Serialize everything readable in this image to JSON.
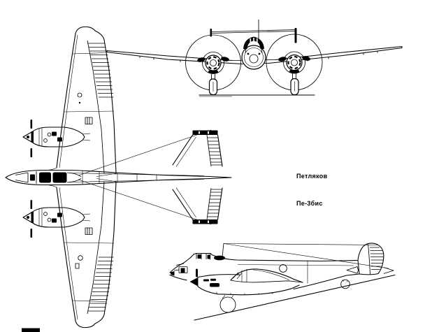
{
  "page": {
    "background_color": "#ffffff",
    "ink_color": "#000000"
  },
  "label": {
    "line1": "Петляков",
    "line2": "Пе-3бис"
  },
  "figures": [
    {
      "name": "plan-view-drawing"
    },
    {
      "name": "front-view-drawing"
    },
    {
      "name": "side-view-drawing"
    },
    {
      "name": "scale-bar"
    }
  ]
}
